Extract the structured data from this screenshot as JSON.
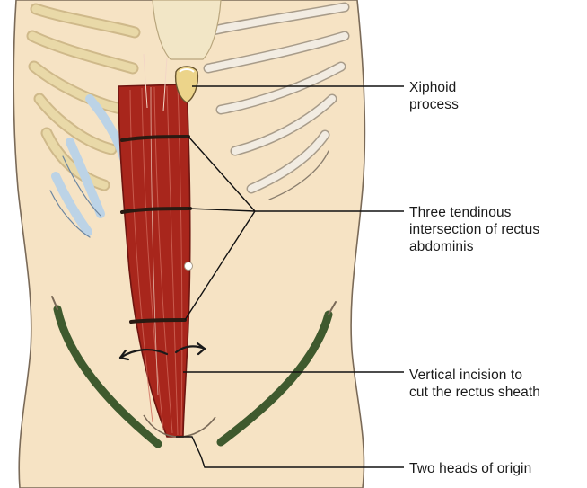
{
  "labels": {
    "xiphoid": "Xiphoid\nprocess",
    "tendinous": "Three tendinous\nintersection of rectus\nabdominis",
    "incision": "Vertical incision to\ncut the rectus sheath",
    "heads": "Two heads of origin"
  },
  "colors": {
    "skin": "#f6e3c4",
    "skin_outline": "#7a6a58",
    "muscle": "#a8261c",
    "muscle_dark": "#6e1510",
    "tendon_band": "#2a1a12",
    "bone": "#e9d9a8",
    "cartilage": "#bcd3e6",
    "inguinal": "#3f5a2e",
    "leader_line": "#111111"
  }
}
